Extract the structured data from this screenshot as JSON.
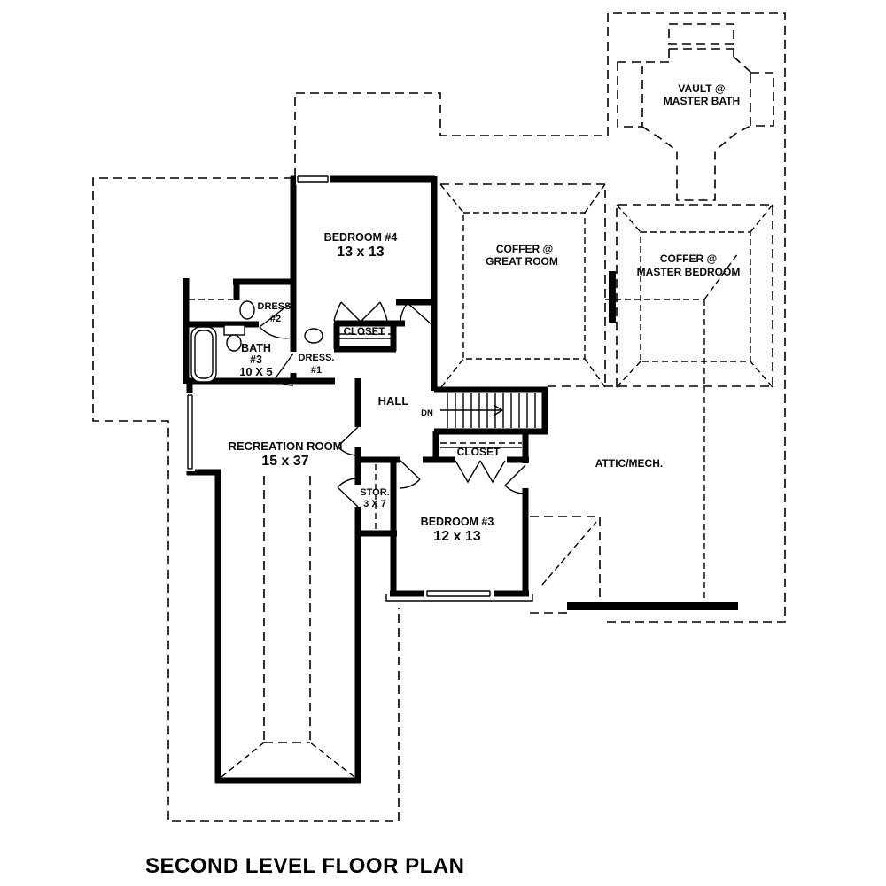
{
  "title": "SECOND LEVEL FLOOR PLAN",
  "colors": {
    "ink": "#000000",
    "paper": "#ffffff"
  },
  "rooms": {
    "vault_master_bath": {
      "line1": "VAULT @",
      "line2": "MASTER BATH"
    },
    "coffer_great_room": {
      "line1": "COFFER @",
      "line2": "GREAT ROOM"
    },
    "coffer_master_bedroom": {
      "line1": "COFFER @",
      "line2": "MASTER BEDROOM"
    },
    "bedroom4": {
      "name": "BEDROOM #4",
      "dims": "13 x 13"
    },
    "bedroom3": {
      "name": "BEDROOM #3",
      "dims": "12 x 13"
    },
    "recreation": {
      "name": "RECREATION ROOM",
      "dims": "15 x 37"
    },
    "bath3": {
      "name": "BATH",
      "number": "#3",
      "dims": "10 X 5"
    },
    "dress2": {
      "name": "DRESS.",
      "number": "#2"
    },
    "dress1": {
      "name": "DRESS.",
      "number": "#1"
    },
    "closet_upper": {
      "name": "CLOSET"
    },
    "closet_lower": {
      "name": "CLOSET"
    },
    "storage": {
      "name": "STOR.",
      "dims": "3 X 7"
    },
    "hall": {
      "name": "HALL"
    },
    "attic": {
      "name": "ATTIC/MECH."
    },
    "stairs": {
      "direction": "DN"
    }
  }
}
